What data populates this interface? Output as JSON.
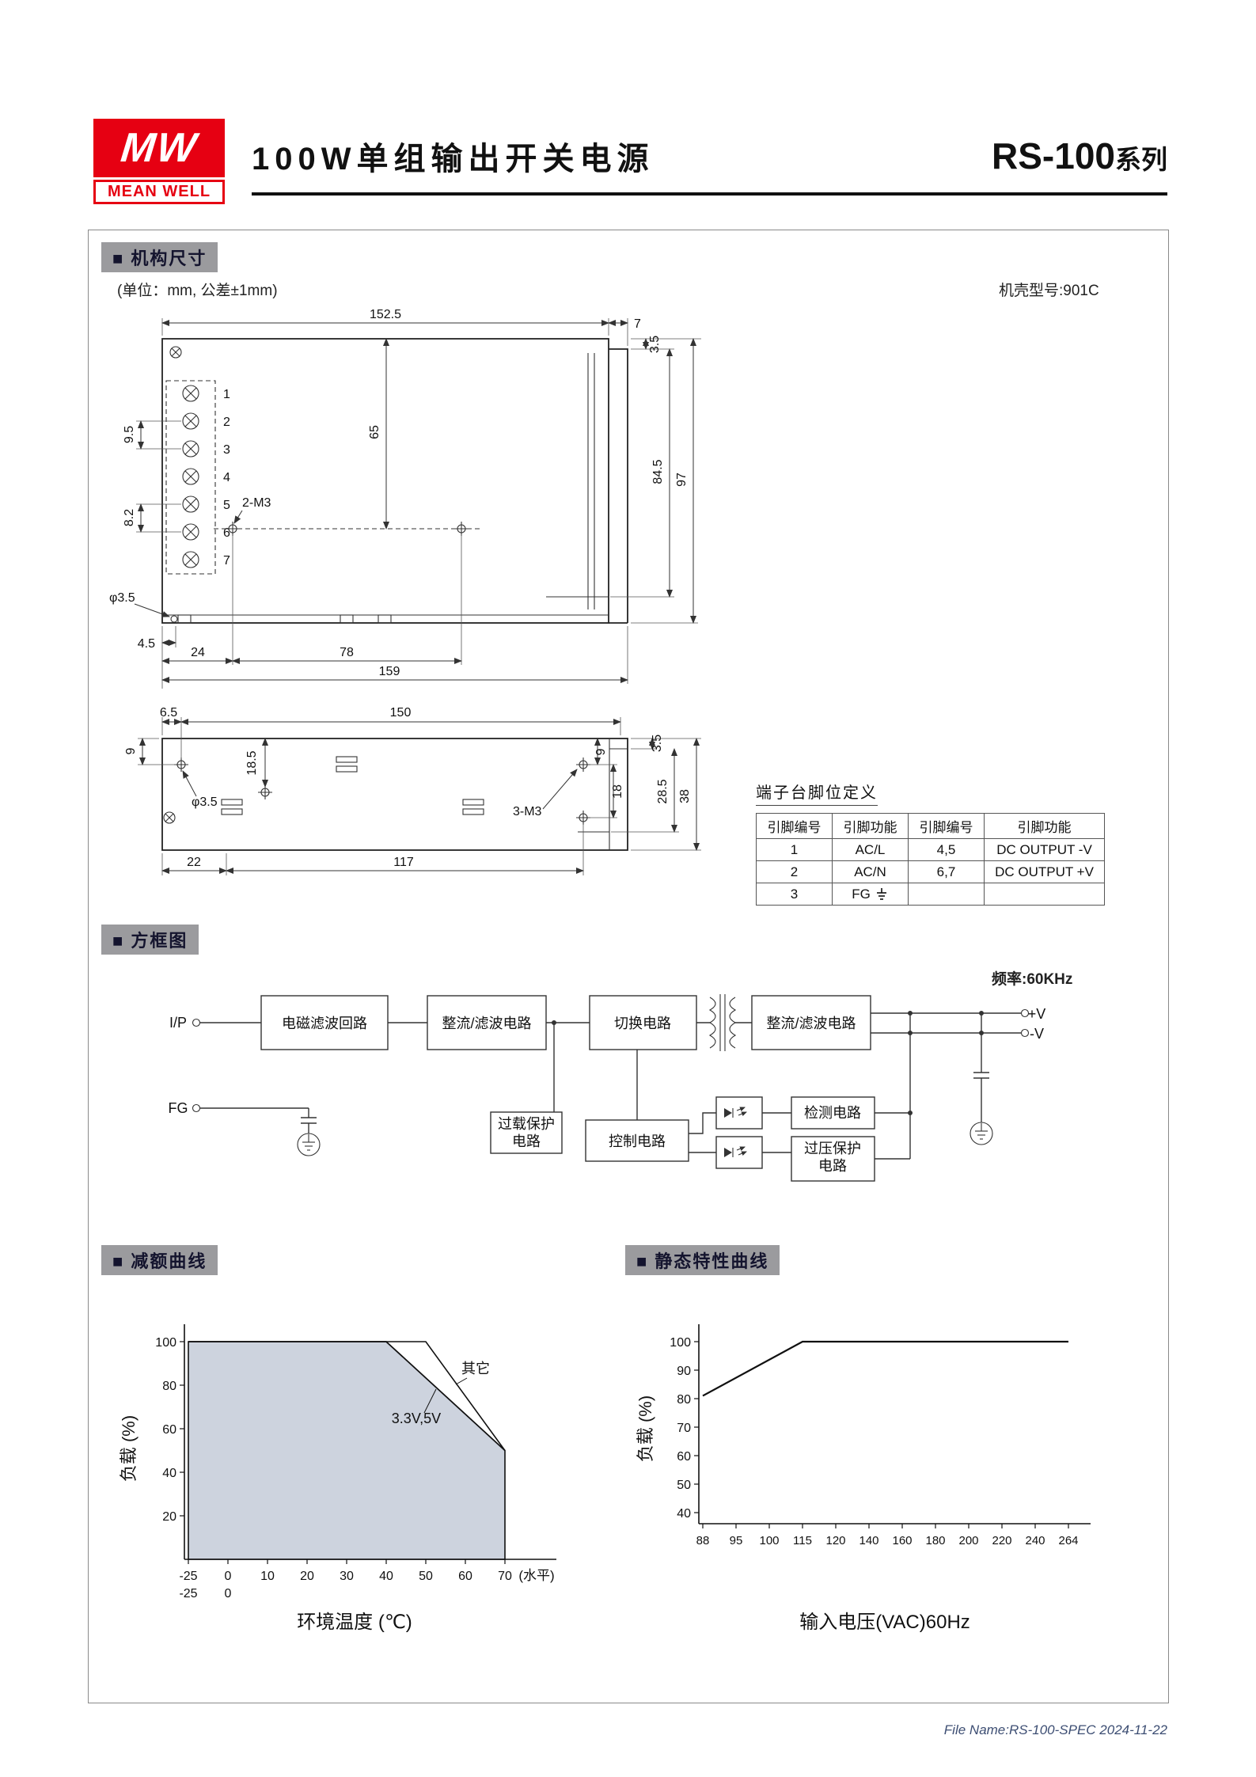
{
  "header": {
    "logo_mw": "MW",
    "logo_brand": "MEAN WELL",
    "title": "100W单组输出开关电源",
    "series": "RS-100",
    "series_suffix": "系列"
  },
  "mech": {
    "section_label": "■ 机构尺寸",
    "unit_note": "(单位：mm, 公差±1mm)",
    "case_note": "机壳型号:901C",
    "front_dims": [
      "152.5",
      "7",
      "3.5",
      "65",
      "9.5",
      "8.2",
      "2-M3",
      "84.5",
      "97",
      "φ3.5",
      "4.5",
      "24",
      "78",
      "159"
    ],
    "pins": [
      "1",
      "2",
      "3",
      "4",
      "5",
      "6",
      "7"
    ],
    "bottom_dims": [
      "6.5",
      "150",
      "9",
      "18.5",
      "φ3.5",
      "3-M3",
      "9",
      "18",
      "3.5",
      "28.5",
      "38",
      "22",
      "117"
    ]
  },
  "terminal_table": {
    "title": "端子台脚位定义",
    "headers": [
      "引脚编号",
      "引脚功能",
      "引脚编号",
      "引脚功能"
    ],
    "rows": [
      [
        "1",
        "AC/L",
        "4,5",
        "DC OUTPUT -V"
      ],
      [
        "2",
        "AC/N",
        "6,7",
        "DC OUTPUT +V"
      ],
      [
        "3",
        "FG",
        "",
        ""
      ]
    ]
  },
  "block_diagram": {
    "section_label": "■ 方框图",
    "freq_note": "频率:60KHz",
    "input_label": "I/P",
    "fg_label": "FG",
    "blocks": {
      "emi": "电磁滤波回路",
      "rectify1": "整流/滤波电路",
      "switch": "切换电路",
      "rectify2": "整流/滤波电路",
      "overload_l1": "过载保护",
      "overload_l2": "电路",
      "control": "控制电路",
      "detect": "检测电路",
      "ovp_l1": "过压保护",
      "ovp_l2": "电路"
    },
    "out_pos": "+V",
    "out_neg": "-V"
  },
  "chart_data": [
    {
      "type": "area",
      "section_label": "■ 减额曲线",
      "title": "减额曲线",
      "xlabel": "环境温度 (℃)",
      "ylabel": "负载 (%)",
      "x_ticks": [
        -25,
        0,
        10,
        20,
        30,
        40,
        50,
        60,
        70
      ],
      "x_ticks_row2": [
        "-25",
        "0"
      ],
      "x_axis_suffix": "(水平)",
      "y_ticks": [
        20,
        40,
        60,
        80,
        100
      ],
      "xlim": [
        -25,
        80
      ],
      "ylim": [
        0,
        110
      ],
      "grid": false,
      "series": [
        {
          "name": "其它",
          "x": [
            -25,
            50,
            70
          ],
          "y": [
            100,
            100,
            50
          ]
        },
        {
          "name": "3.3V,5V",
          "x": [
            -25,
            40,
            70
          ],
          "y": [
            100,
            100,
            50
          ]
        }
      ],
      "shaded_series": "3.3V,5V",
      "drop_to_zero_at_x": 70
    },
    {
      "type": "line",
      "section_label": "■ 静态特性曲线",
      "title": "静态特性曲线",
      "xlabel": "输入电压(VAC)60Hz",
      "ylabel": "负载 (%)",
      "x_ticks": [
        88,
        95,
        100,
        115,
        120,
        140,
        160,
        180,
        200,
        220,
        240,
        264
      ],
      "y_ticks": [
        40,
        50,
        60,
        70,
        80,
        90,
        100
      ],
      "ylim": [
        40,
        105
      ],
      "grid": false,
      "series": [
        {
          "name": "load",
          "x": [
            88,
            115,
            264
          ],
          "y": [
            81,
            100,
            100
          ]
        }
      ]
    }
  ],
  "footer": {
    "file_name": "File Name:RS-100-SPEC  2024-11-22"
  }
}
